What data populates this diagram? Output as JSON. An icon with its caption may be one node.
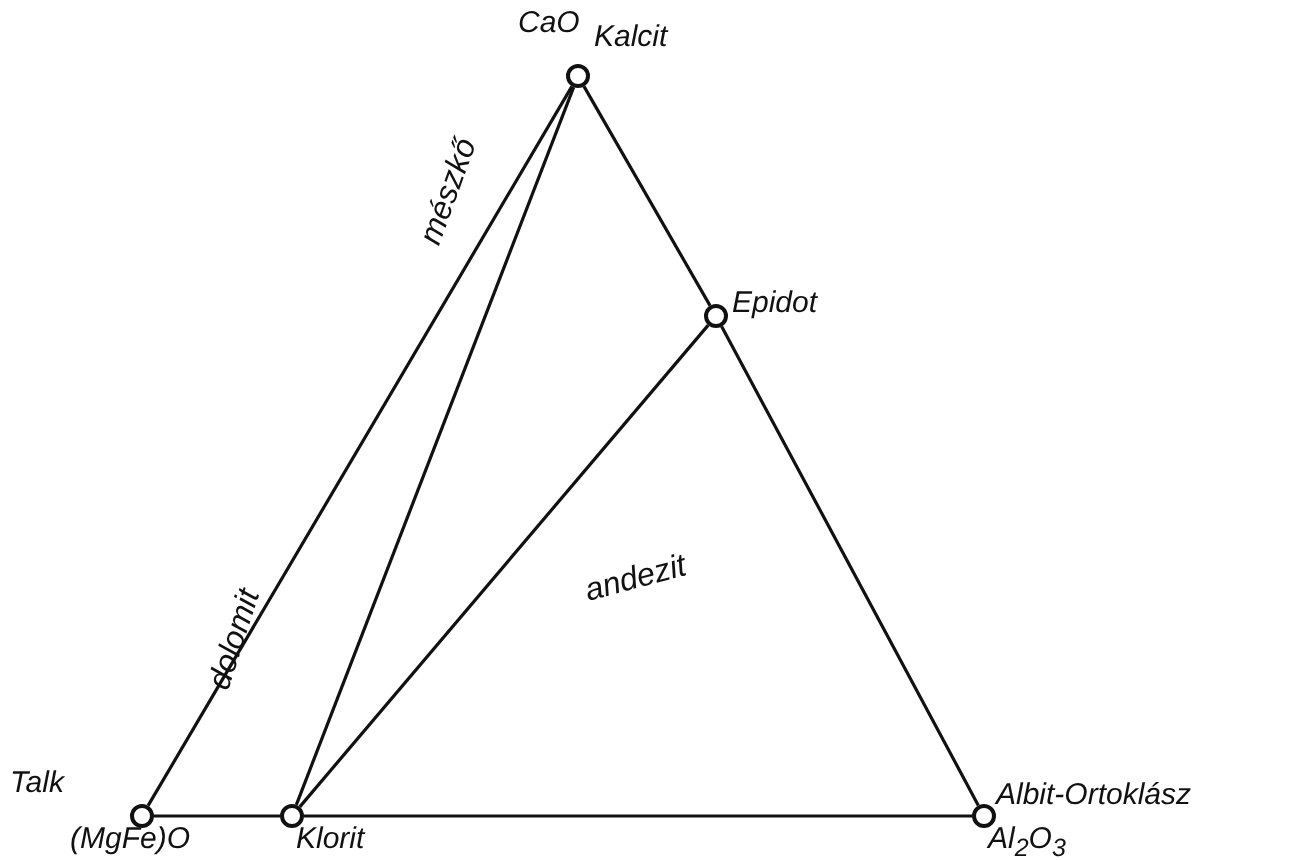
{
  "diagram": {
    "nodes": [
      {
        "text": [
          "CaO",
          "Kalcit"
        ]
      },
      {
        "text": [
          "Epidot"
        ]
      },
      {
        "text": [
          "Talk",
          "(MgFe)O"
        ]
      },
      {
        "text": [
          "Klorit"
        ]
      },
      {
        "text": [
          "Albit-Ortoklász",
          "Al$_{2}$O$_{3}$"
        ]
      }
    ],
    "edges": [
      {
        "from": 0,
        "to": 2,
        "arrow": "none"
      },
      {
        "from": 0,
        "to": 3,
        "arrow": "none"
      },
      {
        "from": 0,
        "to": 1,
        "arrow": "none"
      },
      {
        "from": 1,
        "to": 4,
        "arrow": "none"
      },
      {
        "from": 1,
        "to": 3,
        "arrow": "none"
      },
      {
        "from": 2,
        "to": 3,
        "arrow": "none"
      },
      {
        "from": 3,
        "to": 4,
        "arrow": "none"
      }
    ],
    "labels": [
      "mészkő",
      "dolomit",
      "andezit"
    ]
  }
}
